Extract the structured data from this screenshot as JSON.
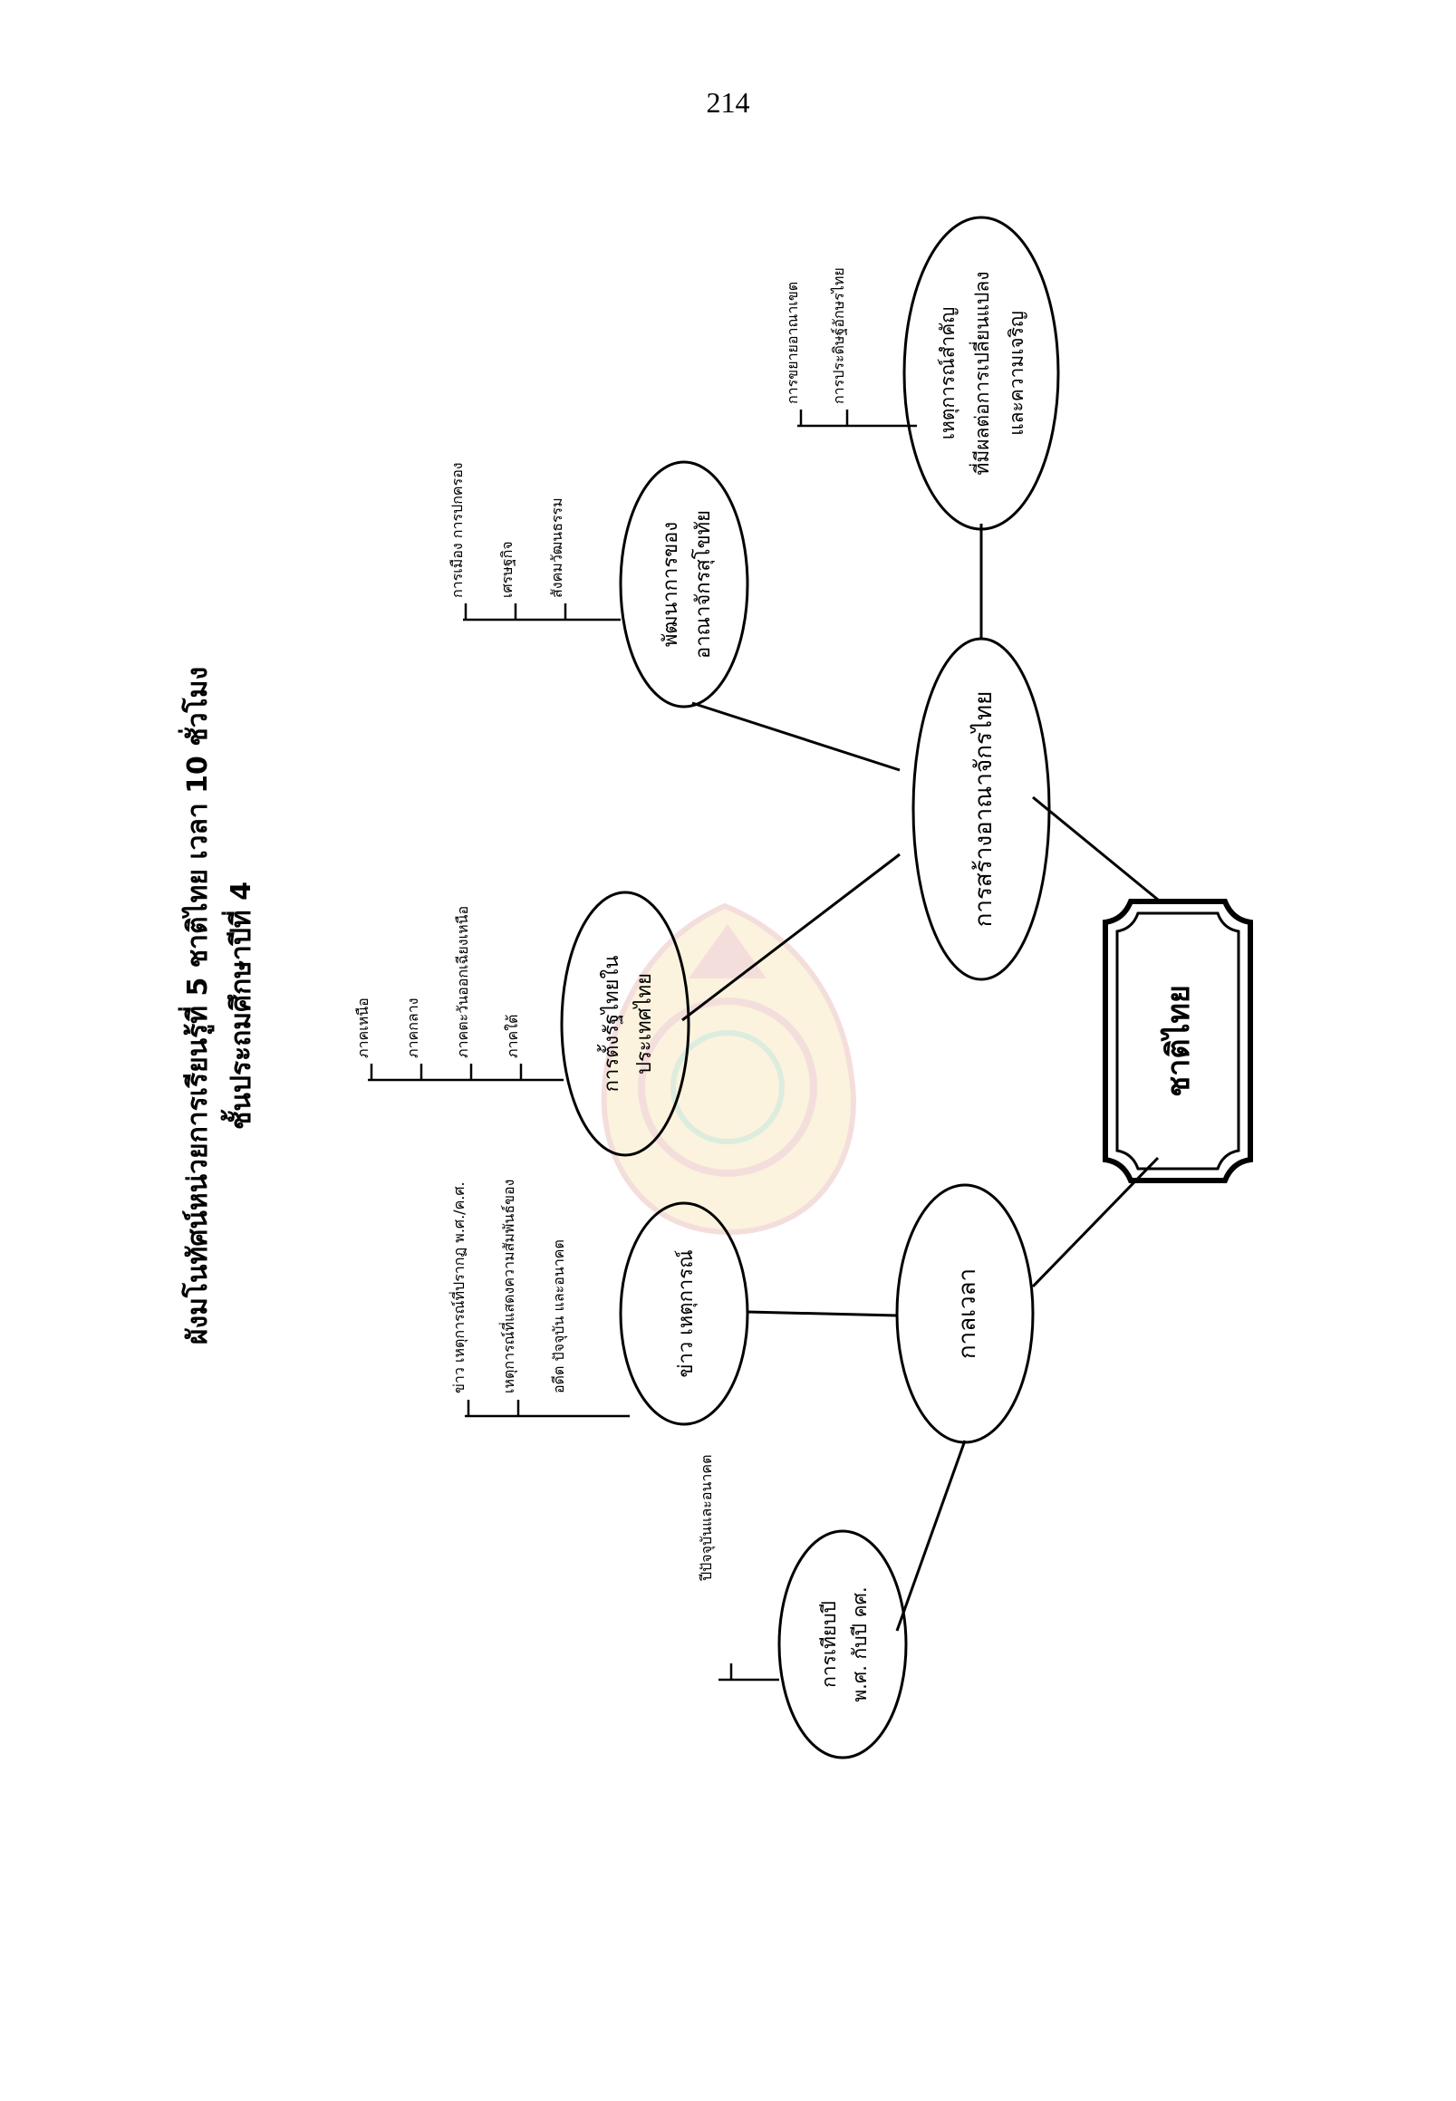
{
  "page_number": "214",
  "title": {
    "line1": "ผังมโนทัศน์หน่วยการเรียนรู้ที่ 5 ชาติไทย  เวลา  10  ชั่วโมง",
    "line2": "ชั้นประถมศึกษาปีที่ 4"
  },
  "center": {
    "label": "ชาติไทย"
  },
  "nodes": {
    "time": {
      "label": "กาลเวลา",
      "children": {
        "year": {
          "line1": "การเทียบปี",
          "line2": "พ.ศ. กับปี คศ.",
          "notes": [
            "ปีปัจจุบันและอนาคต"
          ]
        },
        "news": {
          "label": "ข่าว เหตุการณ์",
          "notes": [
            "ข่าว เหตุการณ์ที่ปรากฏ พ.ศ./ค.ศ.",
            "เหตุการณ์ที่แสดงความสัมพันธ์ของ",
            "อดีต ปัจจุบัน และอนาคต"
          ]
        }
      }
    },
    "kingdom": {
      "label": "การสร้างอาณาจักรไทย",
      "children": {
        "settle": {
          "line1": "การตั้งรัฐไทยใน",
          "line2": "ประเทศไทย",
          "notes": [
            "ภาคเหนือ",
            "ภาคกลาง",
            "ภาคตะวันออกเฉียงเหนือ",
            "ภาคใต้"
          ]
        },
        "sukhothai": {
          "line1": "พัฒนาการของ",
          "line2": "อาณาจักรสุโขทัย",
          "notes": [
            "การเมือง การปกครอง",
            "เศรษฐกิจ",
            "สังคมวัฒนธรรม"
          ]
        },
        "events": {
          "line1": "เหตุการณ์สำคัญ",
          "line2": "ที่มีผลต่อการเปลี่ยนแปลง",
          "line3": "และความเจริญ",
          "notes": [
            "การขยายอาณาเขต",
            "การประดิษฐ์อักษรไทย"
          ]
        }
      }
    }
  }
}
